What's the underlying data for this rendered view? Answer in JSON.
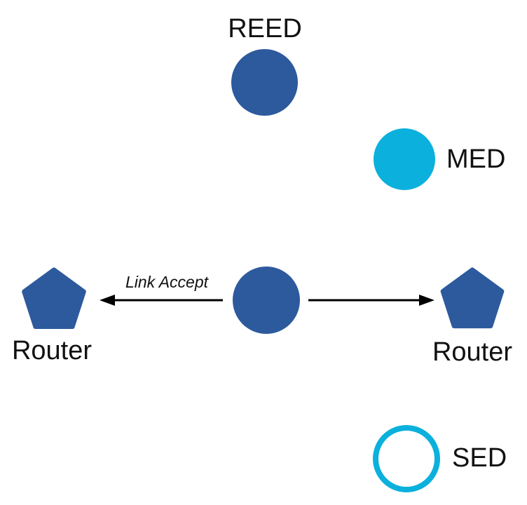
{
  "diagram": {
    "nodes": {
      "reed": {
        "label": "REED",
        "shape": "filled-circle"
      },
      "med": {
        "label": "MED",
        "shape": "filled-circle"
      },
      "center": {
        "shape": "filled-circle"
      },
      "router_left": {
        "label": "Router",
        "shape": "pentagon"
      },
      "router_right": {
        "label": "Router",
        "shape": "pentagon"
      },
      "sed": {
        "label": "SED",
        "shape": "outlined-circle"
      }
    },
    "edges": {
      "left_arrow_label": "Link Accept"
    },
    "colors": {
      "node_blue": "#2d5a9d",
      "node_cyan": "#0bb0dd",
      "arrow_black": "#000000",
      "text": "#111111",
      "background": "#ffffff"
    }
  }
}
